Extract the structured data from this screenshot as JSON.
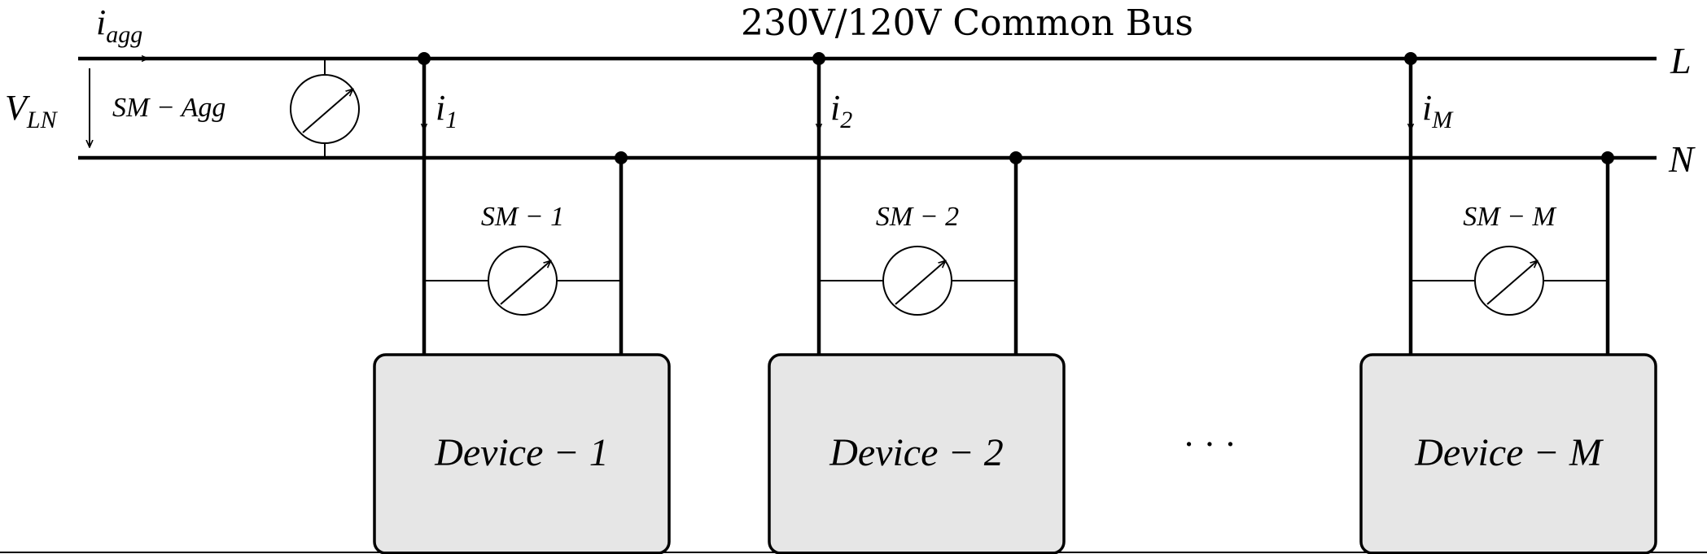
{
  "bus_title": "230V/120V Common Bus",
  "line_label": "L",
  "neutral_label": "N",
  "voltage": {
    "base": "V",
    "sub": "LN"
  },
  "aggregate_current": {
    "base": "i",
    "sub": "agg"
  },
  "aggregate_meter_label": "SM − Agg",
  "branches": [
    {
      "current_base": "i",
      "current_sub": "1",
      "meter_label": "SM − 1",
      "device_label": "Device − 1"
    },
    {
      "current_base": "i",
      "current_sub": "2",
      "meter_label": "SM − 2",
      "device_label": "Device − 2"
    },
    {
      "current_base": "i",
      "current_sub": "M",
      "meter_label": "SM − M",
      "device_label": "Device − M"
    }
  ],
  "ellipsis": "· · ·",
  "colors": {
    "wire": "#000000",
    "device_fill": "#e6e6e6"
  },
  "icons": {
    "meter": "meter-dial-icon"
  }
}
